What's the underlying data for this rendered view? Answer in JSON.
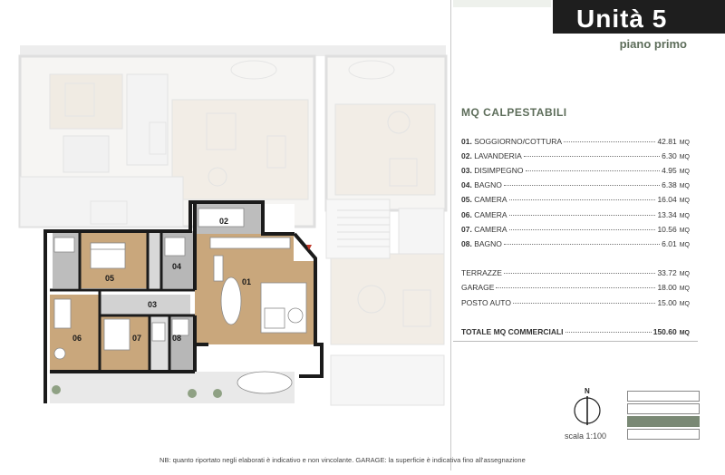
{
  "header": {
    "title": "Unità 5",
    "subtitle": "piano primo"
  },
  "areas": {
    "heading": "MQ CALPESTABILI",
    "rooms": [
      {
        "num": "01.",
        "name": "SOGGIORNO/COTTURA",
        "value": "42.81",
        "unit": "MQ"
      },
      {
        "num": "02.",
        "name": "LAVANDERIA",
        "value": "6.30",
        "unit": "MQ"
      },
      {
        "num": "03.",
        "name": "DISIMPEGNO",
        "value": "4.95",
        "unit": "MQ"
      },
      {
        "num": "04.",
        "name": "BAGNO",
        "value": "6.38",
        "unit": "MQ"
      },
      {
        "num": "05.",
        "name": "CAMERA",
        "value": "16.04",
        "unit": "MQ"
      },
      {
        "num": "06.",
        "name": "CAMERA",
        "value": "13.34",
        "unit": "MQ"
      },
      {
        "num": "07.",
        "name": "CAMERA",
        "value": "10.56",
        "unit": "MQ"
      },
      {
        "num": "08.",
        "name": "BAGNO",
        "value": "6.01",
        "unit": "MQ"
      }
    ],
    "extras": [
      {
        "name": "TERRAZZE",
        "value": "33.72",
        "unit": "MQ"
      },
      {
        "name": "GARAGE",
        "value": "18.00",
        "unit": "MQ"
      },
      {
        "name": "POSTO AUTO",
        "value": "15.00",
        "unit": "MQ"
      }
    ],
    "total": {
      "name": "TOTALE MQ COMMERCIALI",
      "value": "150.60",
      "unit": "MQ"
    }
  },
  "plan": {
    "room_labels": [
      "01",
      "02",
      "03",
      "04",
      "05",
      "06",
      "07",
      "08"
    ]
  },
  "compass": {
    "label": "N"
  },
  "scale": "scala 1:100",
  "note": "NB: quanto riportato negli elaborati è indicativo e non vincolante. GARAGE: la superficie è indicativa fino all'assegnazione",
  "colors": {
    "accent": "#5d6d5a",
    "wood": "#c9a77c",
    "tile": "#b7b7b7",
    "legend_fill": "#7a8975"
  }
}
